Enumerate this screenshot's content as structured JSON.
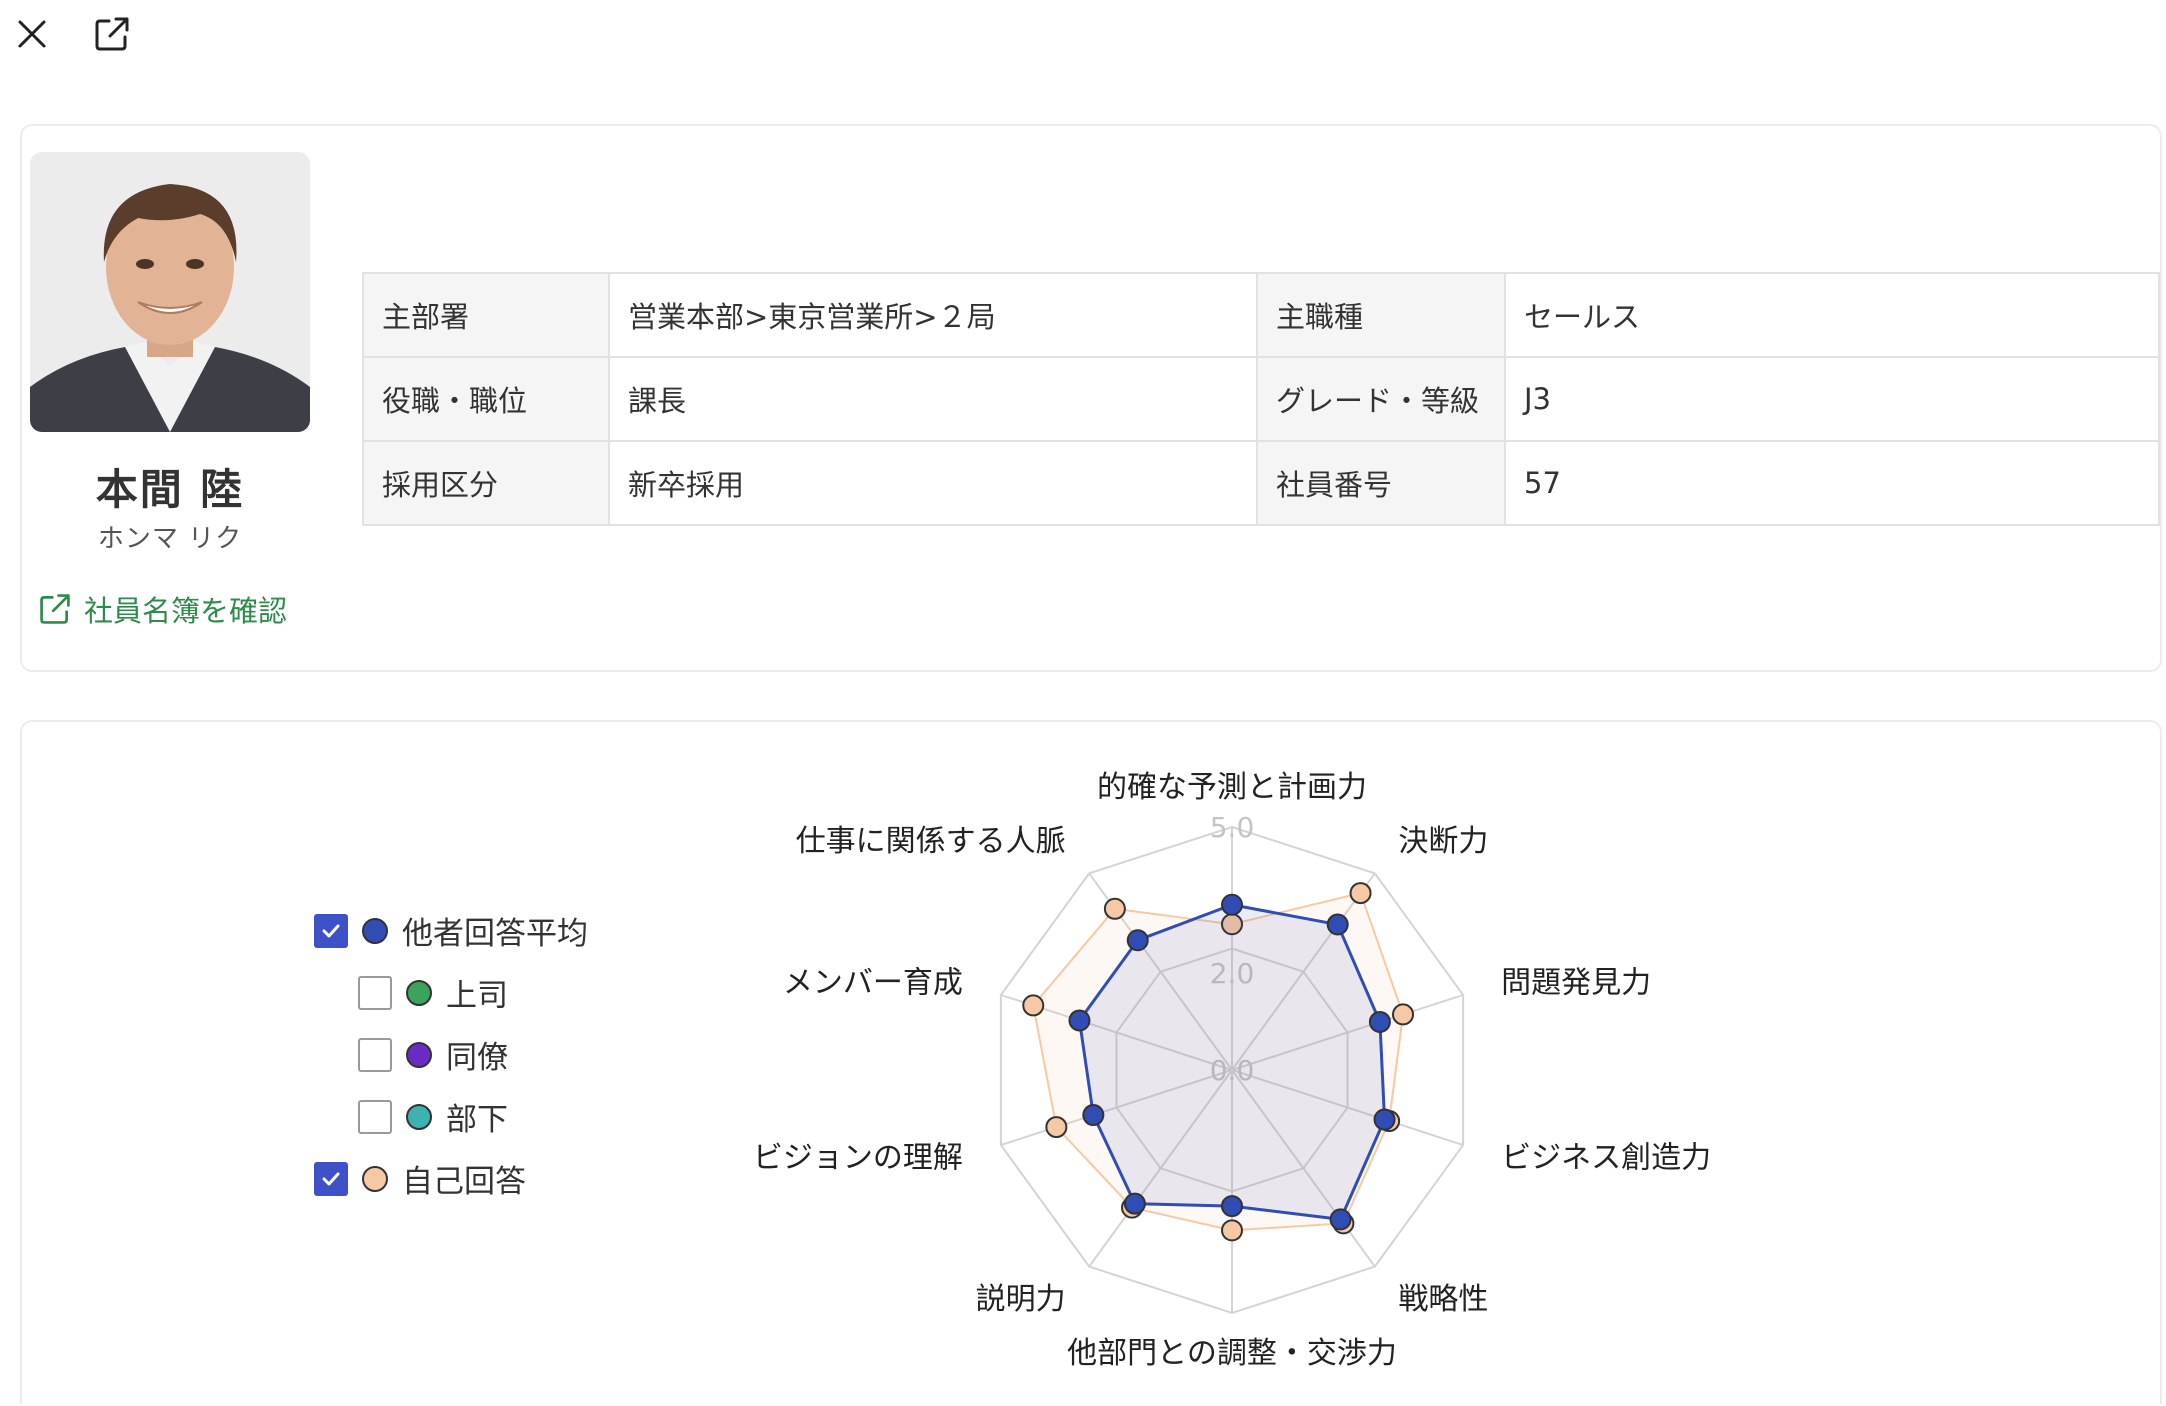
{
  "toolbar": {
    "close_icon": "close-icon",
    "open_external_icon": "external-link-icon"
  },
  "profile": {
    "photo": "employee-photo",
    "name": "本間 陸",
    "kana": "ホンマ リク",
    "roster_link": "社員名簿を確認",
    "table": [
      {
        "label1": "主部署",
        "value1": "営業本部>東京営業所>２局",
        "label2": "主職種",
        "value2": "セールス"
      },
      {
        "label1": "役職・職位",
        "value1": "課長",
        "label2": "グレード・等級",
        "value2": "J3"
      },
      {
        "label1": "採用区分",
        "value1": "新卒採用",
        "label2": "社員番号",
        "value2": "57"
      }
    ]
  },
  "legend": [
    {
      "label": "他者回答平均",
      "checked": true,
      "color": "#2f4db5",
      "indent": false
    },
    {
      "label": "上司",
      "checked": false,
      "color": "#3aa35e",
      "indent": true
    },
    {
      "label": "同僚",
      "checked": false,
      "color": "#6a2bc4",
      "indent": true
    },
    {
      "label": "部下",
      "checked": false,
      "color": "#3bb3b0",
      "indent": true
    },
    {
      "label": "自己回答",
      "checked": true,
      "color": "#f6c9a4",
      "indent": false
    }
  ],
  "chart_data": {
    "type": "radar",
    "axes": [
      "的確な予測と計画力",
      "決断力",
      "問題発見力",
      "ビジネス創造力",
      "戦略性",
      "他部門との調整・交渉力",
      "説明力",
      "ビジョンの理解",
      "メンバー育成",
      "仕事に関係する人脈"
    ],
    "ticks": [
      "5.0",
      "2.0",
      "0.0"
    ],
    "range": [
      0,
      5
    ],
    "series": [
      {
        "name": "他者回答平均",
        "color": "#2f4db5",
        "values": [
          3.4,
          3.7,
          3.2,
          3.3,
          3.8,
          2.8,
          3.4,
          3.0,
          3.3,
          3.3
        ]
      },
      {
        "name": "自己回答",
        "color": "#f6c9a4",
        "values": [
          3.0,
          4.5,
          3.7,
          3.4,
          3.9,
          3.3,
          3.5,
          3.8,
          4.3,
          4.1
        ]
      }
    ]
  }
}
